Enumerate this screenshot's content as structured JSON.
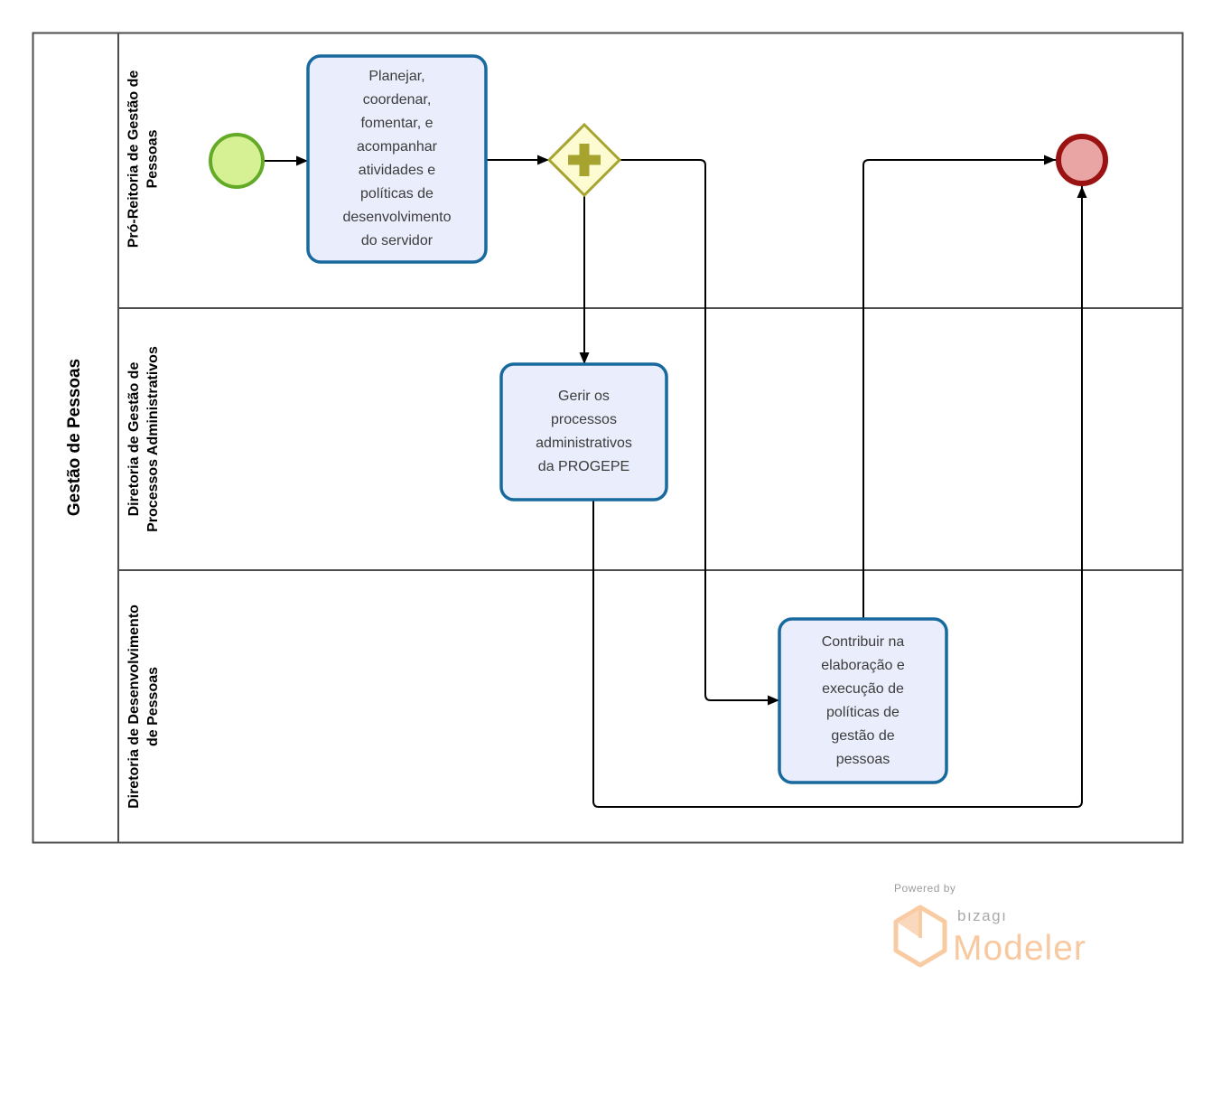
{
  "pool": {
    "label": "Gestão de Pessoas"
  },
  "lanes": [
    {
      "label": "Pró-Reitoria de Gestão de\nPessoas"
    },
    {
      "label": "Diretoria de Gestão de\nProcessos Administrativos"
    },
    {
      "label": "Diretoria de Desenvolvimento\nde Pessoas"
    }
  ],
  "nodes": {
    "start_event": {
      "type": "start-event"
    },
    "task_planejar": {
      "label": "Planejar,\ncoordenar,\nfomentar, e\nacompanhar\natividades e\npolíticas de\ndesenvolvimento\ndo servidor"
    },
    "gateway": {
      "type": "parallel-gateway"
    },
    "task_gerir": {
      "label": "Gerir os\nprocessos\nadministrativos\nda PROGEPE"
    },
    "task_contribuir": {
      "label": "Contribuir na\nelaboração e\nexecução de\npolíticas de\ngestão de\npessoas"
    },
    "end_event": {
      "type": "end-event"
    }
  },
  "colors": {
    "pool_border": "#4d4d4d",
    "connector": "#000000",
    "task_fill": "#eaedfb",
    "task_border": "#17699e",
    "start_fill": "#d6f094",
    "start_border": "#63aa27",
    "gateway_fill": "#fcfbd2",
    "gateway_border": "#a6a42f",
    "end_fill": "#e9a4a4",
    "end_border": "#9a1212",
    "logo_orange": "#f8cba2",
    "logo_orange_light": "#fad8bc"
  },
  "footer": {
    "powered_by": "Powered by",
    "brand": "bızagı",
    "product": "Modeler"
  }
}
